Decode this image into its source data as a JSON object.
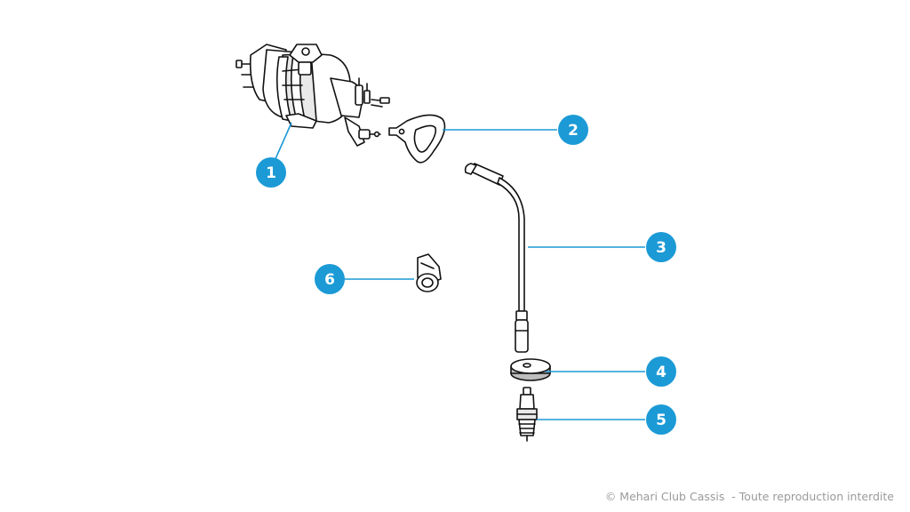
{
  "callouts": [
    {
      "number": "1",
      "color": "#1b9ad6"
    },
    {
      "number": "2",
      "color": "#1b9ad6"
    },
    {
      "number": "3",
      "color": "#1b9ad6"
    },
    {
      "number": "4",
      "color": "#1b9ad6"
    },
    {
      "number": "5",
      "color": "#1b9ad6"
    },
    {
      "number": "6",
      "color": "#1b9ad6"
    }
  ],
  "footer": {
    "copyright": "© Mehari Club Cassis  - Toute reproduction interdite"
  },
  "colors": {
    "accent": "#1b9ad6",
    "line_art": "#111111",
    "footer_text": "#9a9a9a"
  }
}
